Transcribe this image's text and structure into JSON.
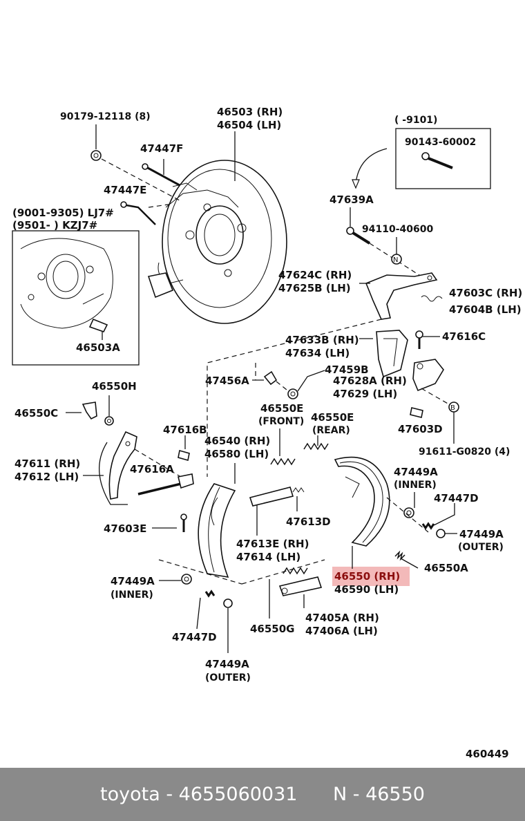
{
  "labels": {
    "l90179": "90179-12118 (8)",
    "l46503": "46503 (RH)",
    "l46504": "46504 (LH)",
    "l47447f": "47447F",
    "l47447e": "47447E",
    "lrange1": "(9001-9305) LJ7#",
    "lrange2": "(9501-       ) KZJ7#",
    "l46503a": "46503A",
    "lbox1": "(        -9101)",
    "l90143": "90143-60002",
    "l47639a": "47639A",
    "l94110": "94110-40600",
    "l47624c": "47624C (RH)",
    "l47625b": "47625B (LH)",
    "l47603c": "47603C (RH)",
    "l47604b": "47604B (LH)",
    "l47633b": "47633B (RH)",
    "l47634": "47634    (LH)",
    "l47616c": "47616C",
    "l47459b": "47459B",
    "l47456a": "47456A",
    "l47628a": "47628A (RH)",
    "l47629": "47629    (LH)",
    "l46550h": "46550H",
    "l46550c": "46550C",
    "l46550e1": "46550E",
    "lfront": "(FRONT)",
    "l46550e2": "46550E",
    "lrear": "(REAR)",
    "l47603d": "47603D",
    "l91611": "91611-G0820 (4)",
    "l47616b": "47616B",
    "l46540": "46540 (RH)",
    "l46580": "46580 (LH)",
    "l47611": "47611 (RH)",
    "l47612": "47612 (LH)",
    "l47616a": "47616A",
    "l47449a1": "47449A",
    "linner1": "(INNER)",
    "l47447d1": "47447D",
    "l47613d": "47613D",
    "l47603e": "47603E",
    "l47613e": "47613E (RH)",
    "l47614": "47614    (LH)",
    "l47449a2": "47449A",
    "louter1": "(OUTER)",
    "l46550a": "46550A",
    "l46550": "46550 (RH)",
    "l46590": "46590 (LH)",
    "l47449a3": "47449A",
    "linner2": "(INNER)",
    "l47447d2": "47447D",
    "l46550g": "46550G",
    "l47405a": "47405A (RH)",
    "l47406a": "47406A (LH)",
    "l47449a4": "47449A",
    "louter2": "(OUTER)",
    "ldiagram": "460449"
  },
  "footer": {
    "left": "toyota - 4655060031",
    "right": "N - 46550"
  },
  "colors": {
    "highlight": "#f3b9b9",
    "footer_bg": "#8a8a8a",
    "footer_text": "#ffffff"
  }
}
